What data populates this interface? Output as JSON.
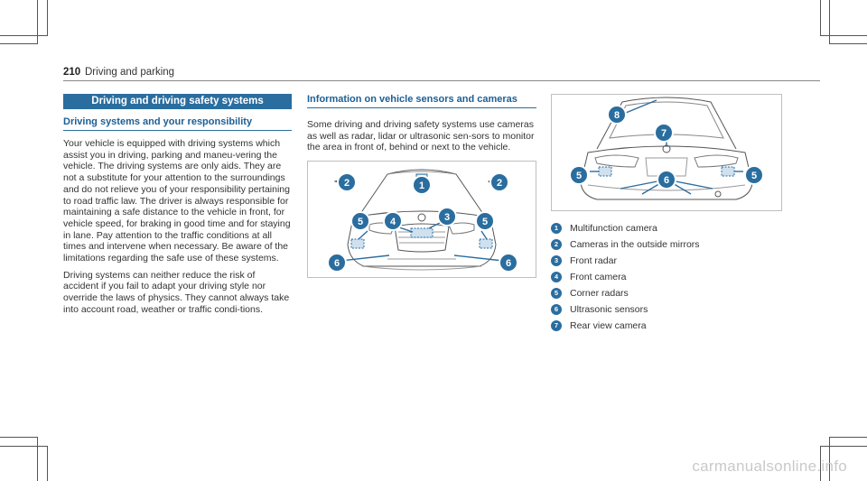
{
  "header": {
    "page_number": "210",
    "section": "Driving and parking"
  },
  "left": {
    "banner": "Driving and driving safety systems",
    "heading": "Driving systems and your responsibility",
    "paragraphs": [
      "Your vehicle is equipped with driving systems which assist you in driving, parking and maneu-vering the vehicle. The driving systems are only aids. They are not a substitute for your attention to the surroundings and do not relieve you of your responsibility pertaining to road traffic law. The driver is always responsible for maintaining a safe distance to the vehicle in front, for vehicle speed, for braking in good time and for staying in lane. Pay attention to the traffic conditions at all times and intervene when necessary. Be aware of the limitations regarding the safe use of these systems.",
      "Driving systems can neither reduce the risk of accident if you fail to adapt your driving style nor override the laws of physics. They cannot always take into account road, weather or traffic condi-tions."
    ]
  },
  "middle": {
    "heading": "Information on vehicle sensors and cameras",
    "paragraph": "Some driving and driving safety systems use cameras as well as radar, lidar or ultrasonic sen-sors to monitor the area in front of, behind or next to the vehicle.",
    "callouts": [
      "2",
      "1",
      "2",
      "5",
      "4",
      "3",
      "5",
      "6",
      "6"
    ]
  },
  "right": {
    "callouts": [
      "8",
      "7",
      "5",
      "6",
      "5"
    ],
    "legend": [
      {
        "num": "1",
        "label": "Multifunction camera"
      },
      {
        "num": "2",
        "label": "Cameras in the outside mirrors"
      },
      {
        "num": "3",
        "label": "Front radar"
      },
      {
        "num": "4",
        "label": "Front camera"
      },
      {
        "num": "5",
        "label": "Corner radars"
      },
      {
        "num": "6",
        "label": "Ultrasonic sensors"
      },
      {
        "num": "7",
        "label": "Rear view camera"
      }
    ]
  },
  "watermark": "carmanualsonline.info",
  "colors": {
    "accent": "#2a6d9f",
    "heading_text": "#1b5f96",
    "sensor_zone": "#cfe0ee"
  }
}
